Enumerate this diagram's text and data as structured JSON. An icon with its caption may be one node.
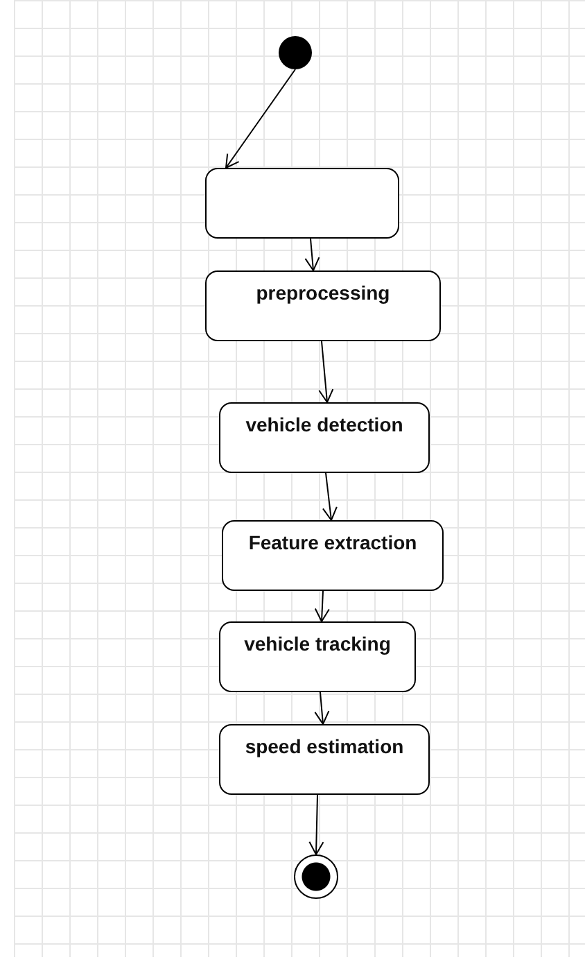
{
  "diagram": {
    "nodes": [
      {
        "text": [],
        "shape": "circle"
      },
      {
        "text": [],
        "shape": "box"
      },
      {
        "text": [
          "preprocessing"
        ]
      },
      {
        "text": [
          "vehicle detection"
        ]
      },
      {
        "text": [
          "Feature extraction"
        ]
      },
      {
        "text": [
          "vehicle tracking"
        ]
      },
      {
        "text": [
          "speed estimation"
        ]
      },
      {
        "text": [],
        "shape": "circle"
      }
    ],
    "edges": [
      {
        "from": 0,
        "to": 1,
        "arrow": "to"
      },
      {
        "from": 1,
        "to": 2,
        "arrow": "to"
      },
      {
        "from": 2,
        "to": 3,
        "arrow": "to"
      },
      {
        "from": 3,
        "to": 4,
        "arrow": "to"
      },
      {
        "from": 4,
        "to": 5,
        "arrow": "to"
      },
      {
        "from": 5,
        "to": 6,
        "arrow": "to"
      },
      {
        "from": 6,
        "to": 7,
        "arrow": "to"
      }
    ]
  }
}
